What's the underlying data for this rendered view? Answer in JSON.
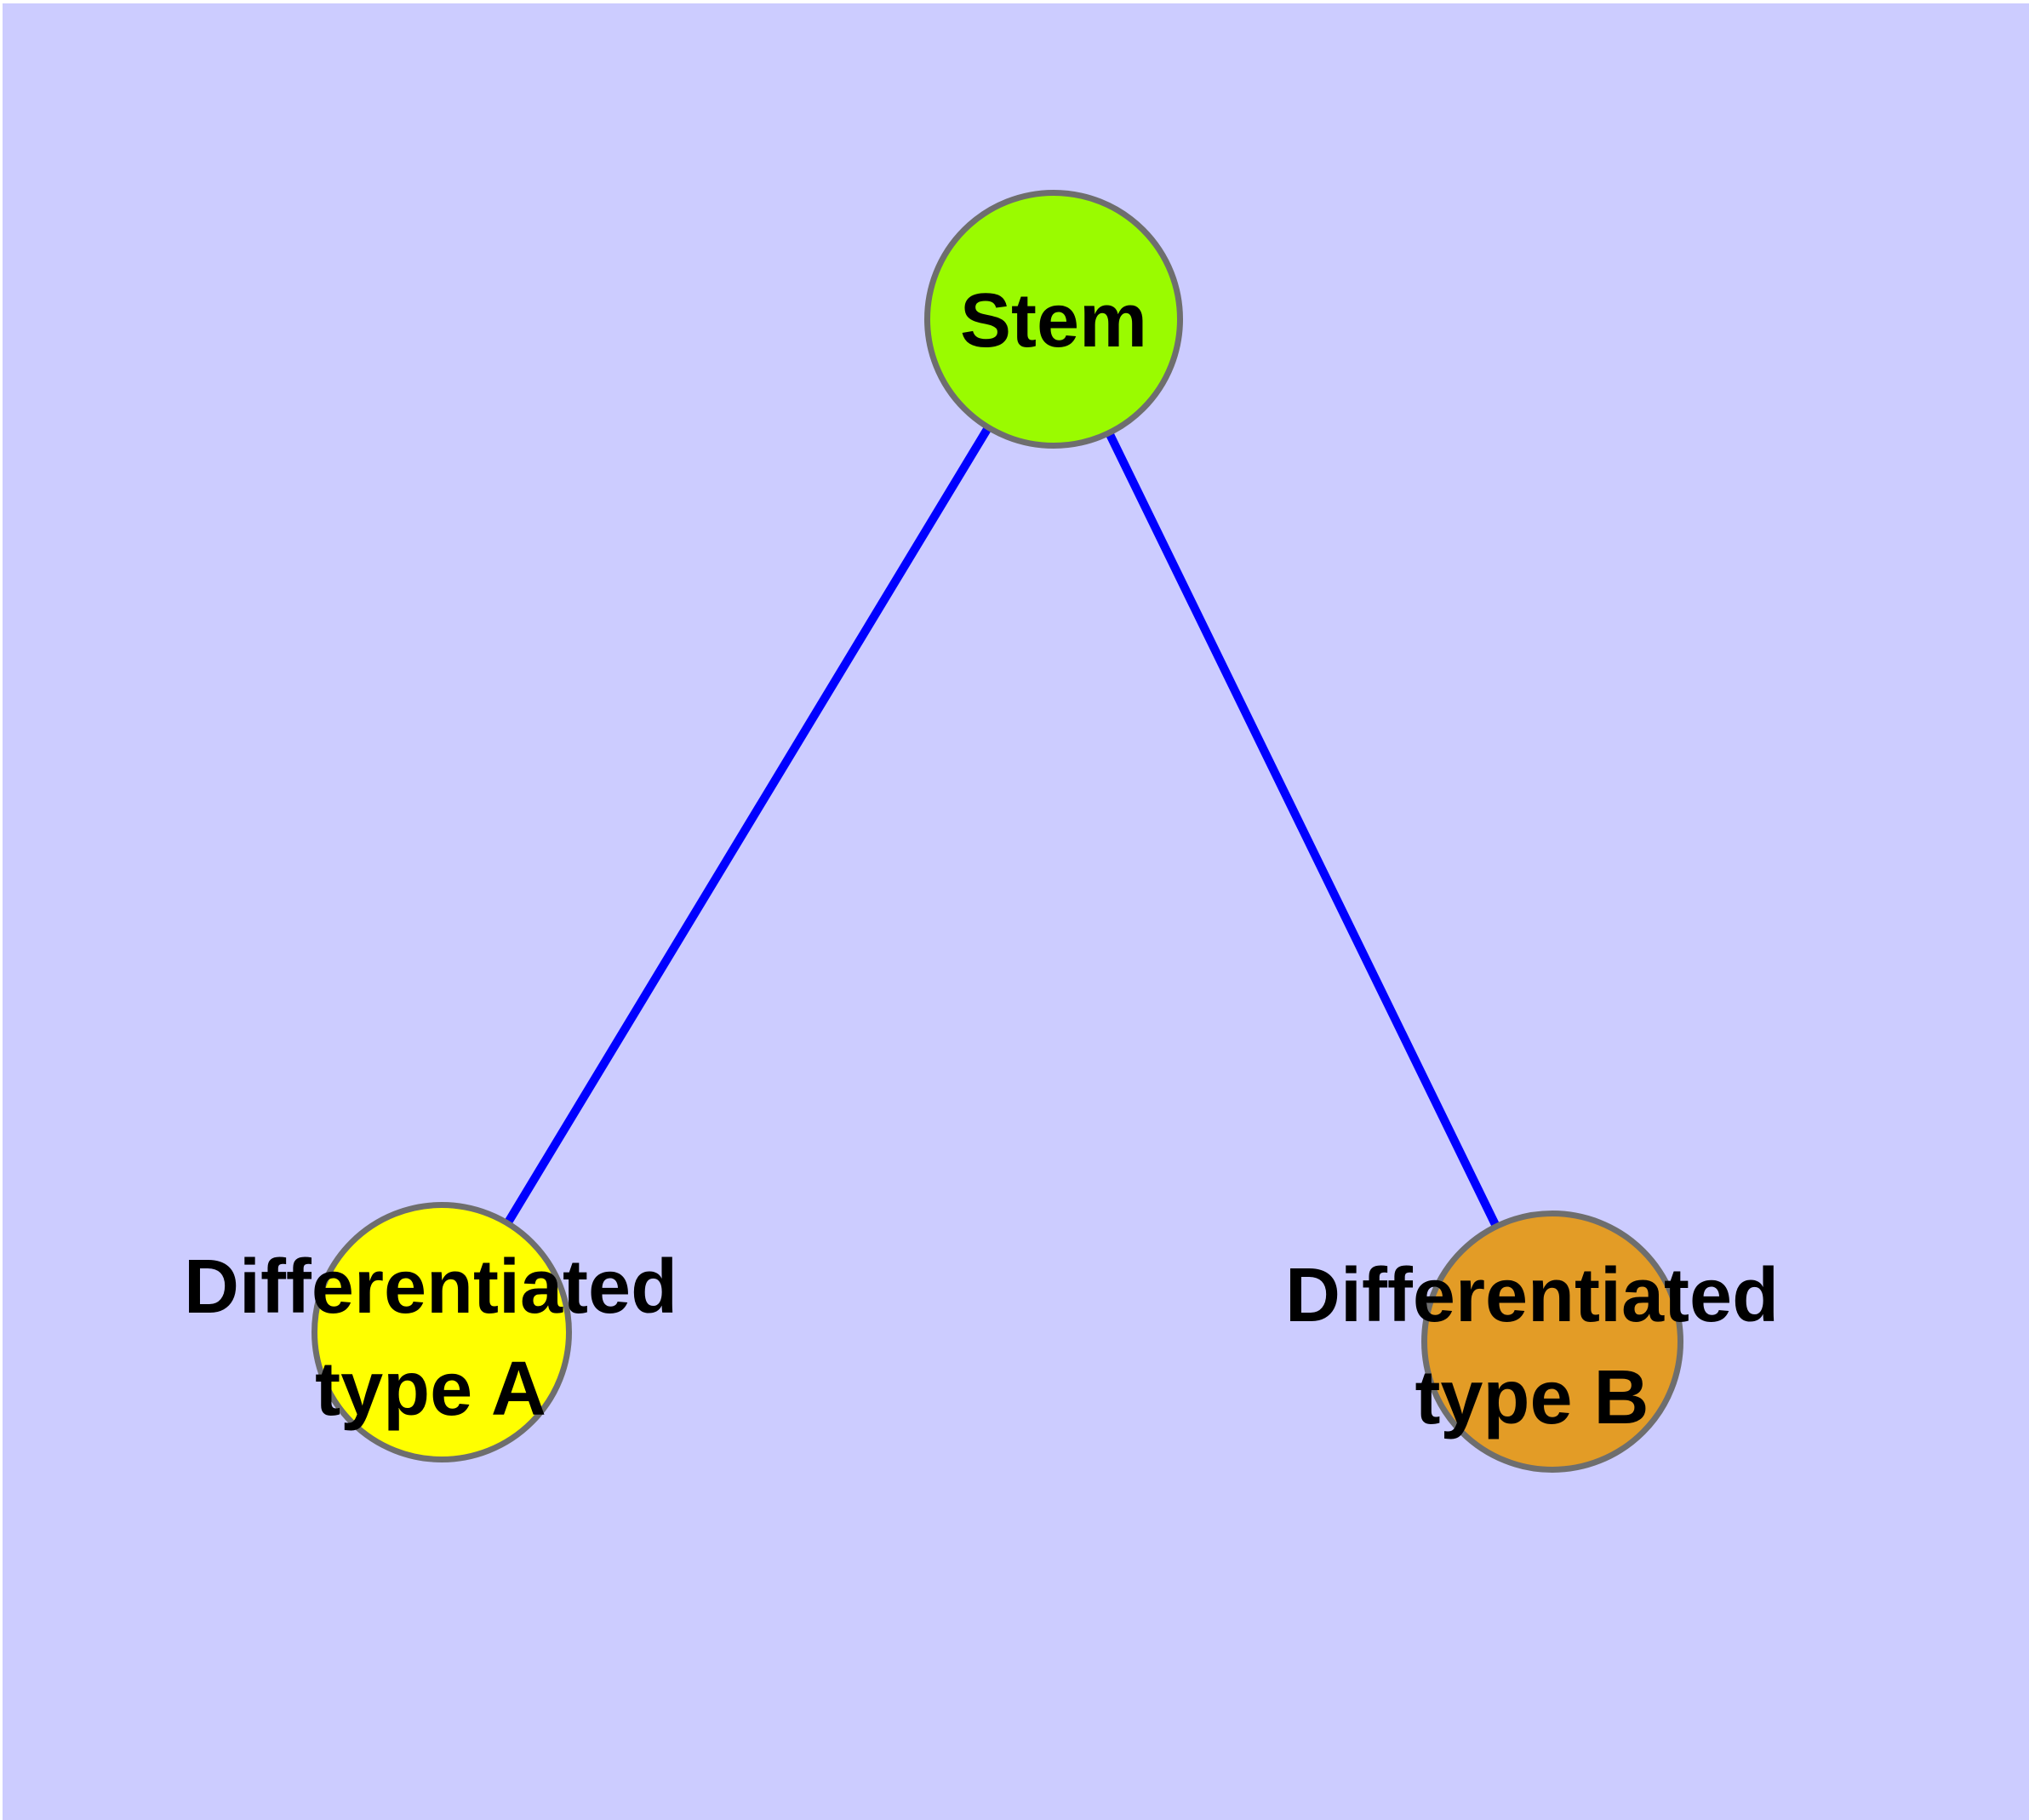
{
  "diagram": {
    "background_color": "#CCCCFF",
    "page_margin_color": "#FFFFFF",
    "edge_color": "#0000FF",
    "node_border_color": "#6E6E6E",
    "label_color": "#000000",
    "nodes": [
      {
        "id": "stem",
        "label": "Stem",
        "fill_color": "#9AFB00",
        "shape": "circle"
      },
      {
        "id": "differentiated-type-a",
        "label": "Differentiated type A",
        "label_lines": [
          "Differentiated",
          "type A"
        ],
        "fill_color": "#FFFF00",
        "shape": "circle"
      },
      {
        "id": "differentiated-type-b",
        "label": "Differentiated type B",
        "label_lines": [
          "Differentiated",
          "type B"
        ],
        "fill_color": "#E39C26",
        "shape": "circle"
      }
    ],
    "edges": [
      {
        "from": "Stem",
        "to": "Differentiated type A"
      },
      {
        "from": "Stem",
        "to": "Differentiated type B"
      }
    ]
  }
}
